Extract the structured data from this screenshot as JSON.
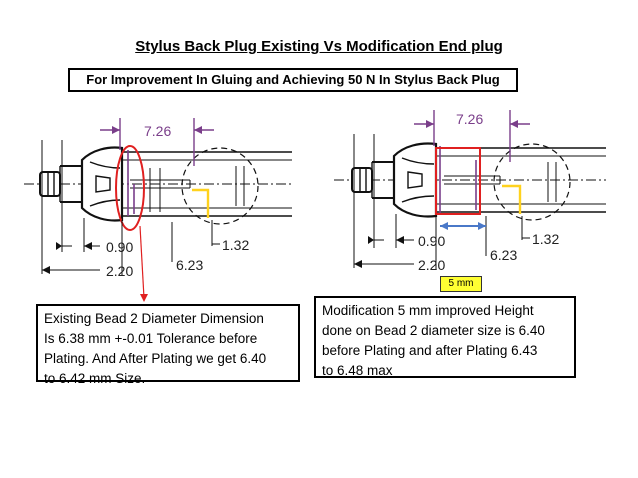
{
  "title": "Stylus Back Plug Existing Vs  Modification End plug",
  "subtitle": "For Improvement In Gluing and Achieving 50 N In Stylus Back Plug",
  "left_drawing": {
    "dim_top": "7.26",
    "dim_090": "0.90",
    "dim_220": "2.20",
    "dim_623": "6.23",
    "dim_132": "1.32"
  },
  "right_drawing": {
    "dim_top": "7.26",
    "dim_090": "0.90",
    "dim_220": "2.20",
    "dim_623": "6.23",
    "dim_132": "1.32",
    "tag": "5 mm"
  },
  "left_note": "Existing Bead 2 Diameter Dimension\nIs 6.38 mm +-0.01 Tolerance before\nPlating. And After Plating we get 6.40\nto 6.42 mm Size.",
  "right_note": "Modification  5 mm improved Height\ndone on Bead 2 diameter size is 6.40\nbefore Plating and after Plating 6.43\nto 6.48 max",
  "colors": {
    "annotation_red": "#e02020",
    "dimension_purple": "#7a3e8a",
    "arrow_blue": "#4a78c8",
    "highlight_yellow": "#ffd21e",
    "tag_yellow": "#ffff33"
  }
}
